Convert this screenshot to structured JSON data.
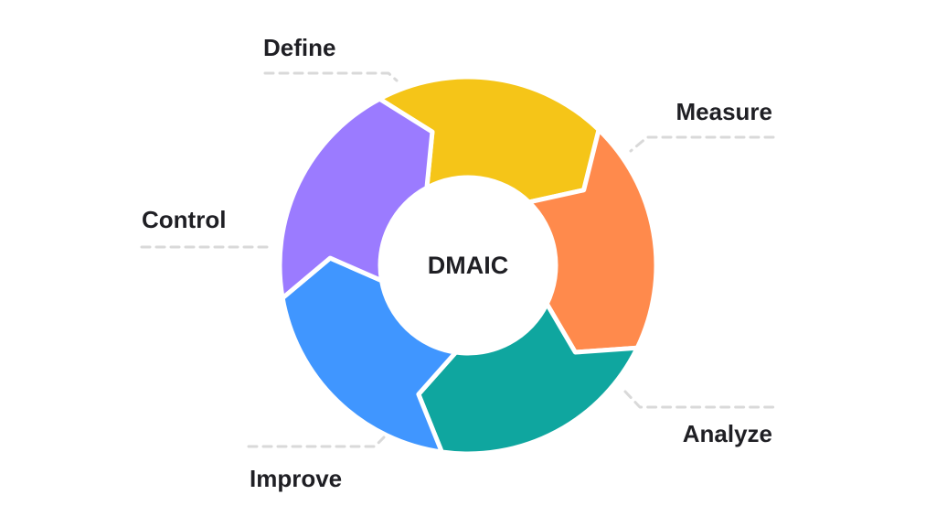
{
  "diagram": {
    "center_label": "DMAIC",
    "stages": [
      {
        "id": "define",
        "label": "Define",
        "color": "#F5C518"
      },
      {
        "id": "measure",
        "label": "Measure",
        "color": "#FF8A4C"
      },
      {
        "id": "analyze",
        "label": "Analyze",
        "color": "#0FA69F"
      },
      {
        "id": "improve",
        "label": "Improve",
        "color": "#4096FF"
      },
      {
        "id": "control",
        "label": "Control",
        "color": "#9B7BFF"
      }
    ]
  }
}
